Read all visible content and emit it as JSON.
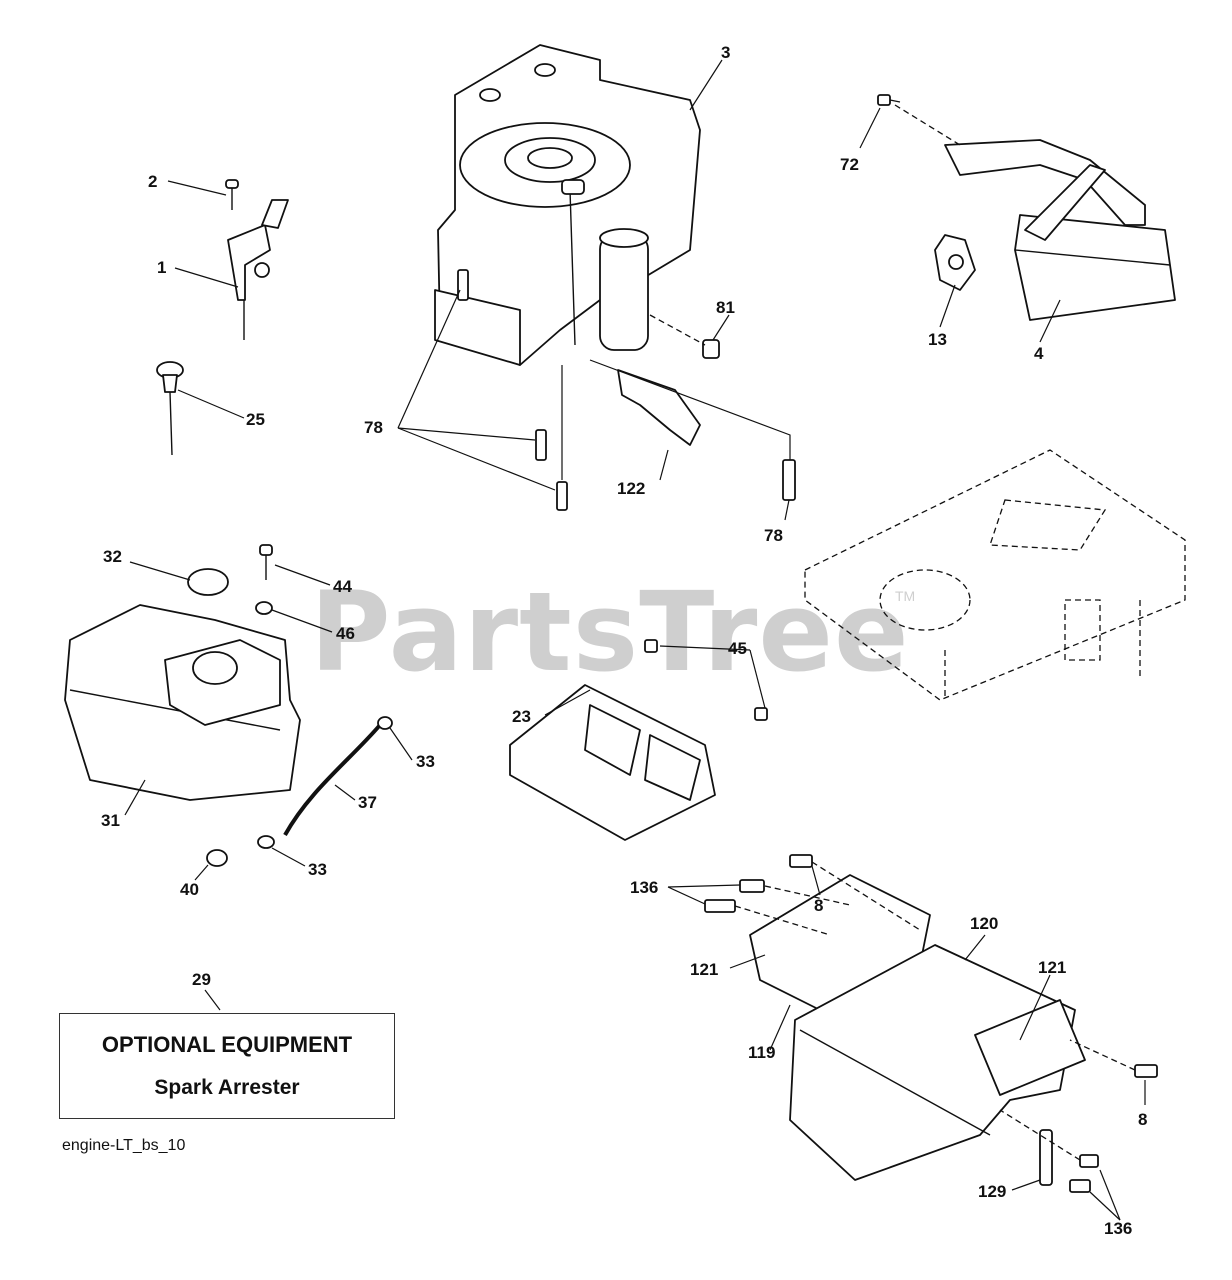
{
  "watermark": {
    "text": "PartsTree",
    "tm": "TM"
  },
  "optional_box": {
    "title": "OPTIONAL EQUIPMENT",
    "subtitle": "Spark Arrester"
  },
  "reference_code": "engine-LT_bs_10",
  "callouts": {
    "c1": "1",
    "c2": "2",
    "c3": "3",
    "c4": "4",
    "c8a": "8",
    "c8b": "8",
    "c13": "13",
    "c23": "23",
    "c25": "25",
    "c29": "29",
    "c31": "31",
    "c32": "32",
    "c33a": "33",
    "c33b": "33",
    "c37": "37",
    "c40": "40",
    "c44": "44",
    "c45": "45",
    "c46": "46",
    "c72": "72",
    "c78a": "78",
    "c78b": "78",
    "c81": "81",
    "c119": "119",
    "c120": "120",
    "c121a": "121",
    "c121b": "121",
    "c122": "122",
    "c129": "129",
    "c136a": "136",
    "c136b": "136"
  }
}
